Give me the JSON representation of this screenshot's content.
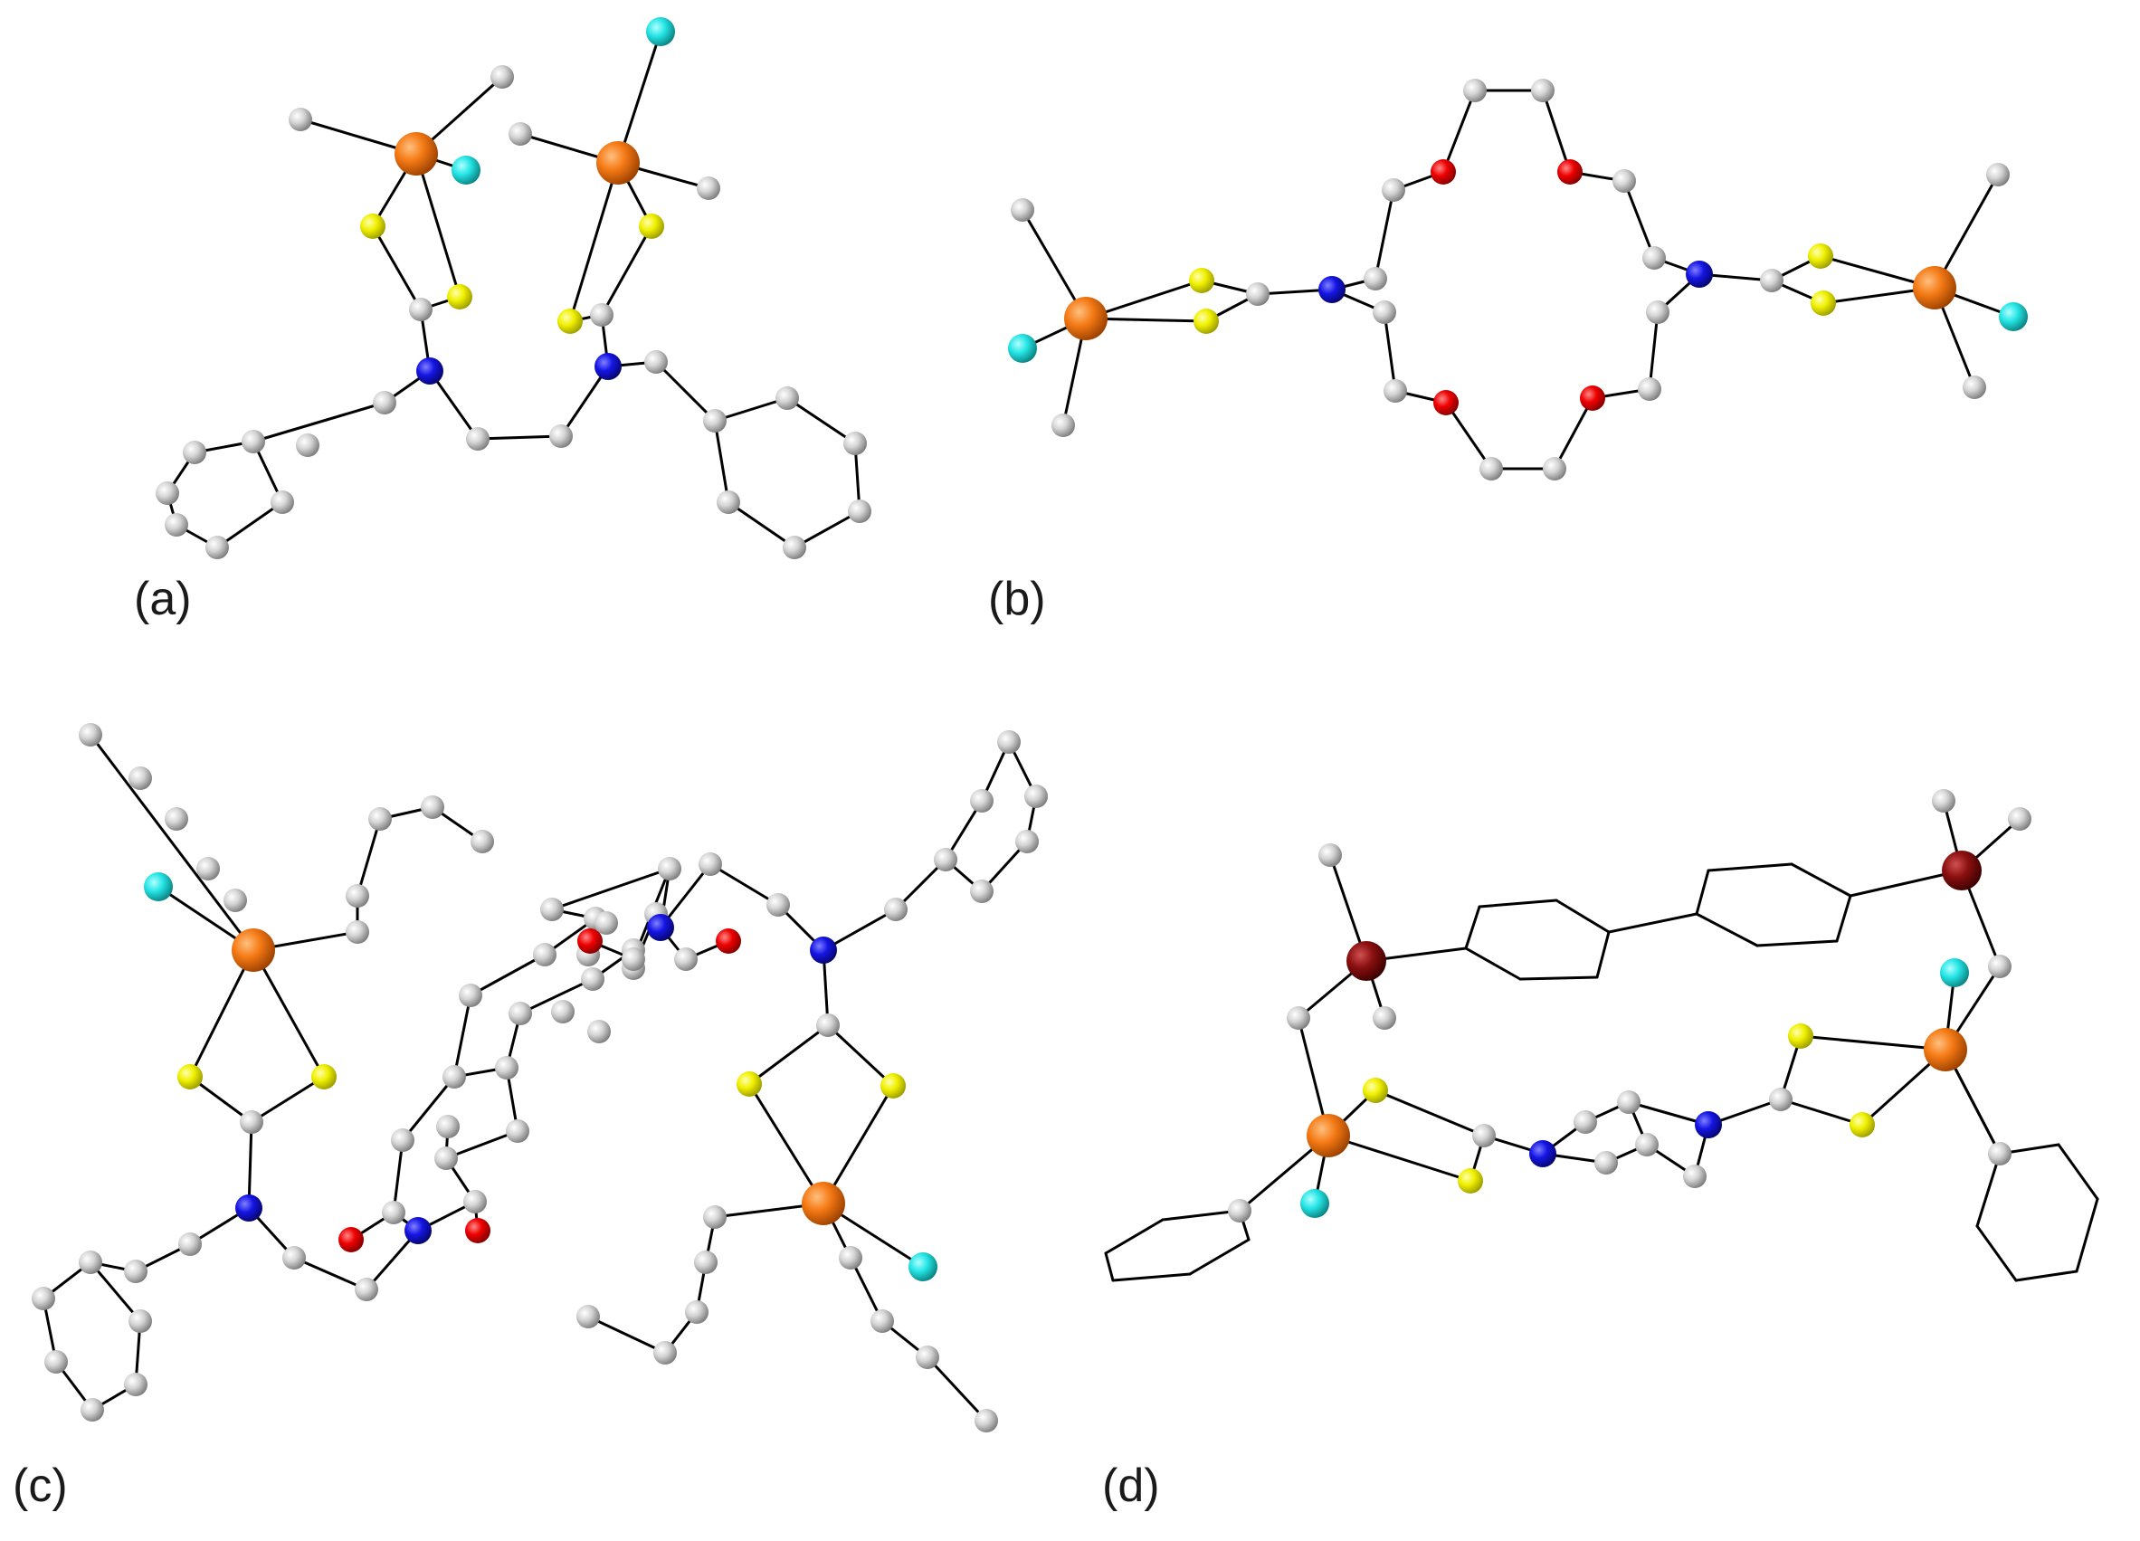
{
  "panels": [
    {
      "id": "a",
      "label": "(a)"
    },
    {
      "id": "b",
      "label": "(b)"
    },
    {
      "id": "c",
      "label": "(c)"
    },
    {
      "id": "d",
      "label": "(d)"
    }
  ],
  "atom_colors": {
    "C": "#c8c8c8",
    "S": "#e6e600",
    "N": "#1010e0",
    "O": "#e00000",
    "Sn": "#f07010",
    "Cl": "#20e0e0",
    "P": "#8b0f0f"
  },
  "bond_color": "#000000"
}
